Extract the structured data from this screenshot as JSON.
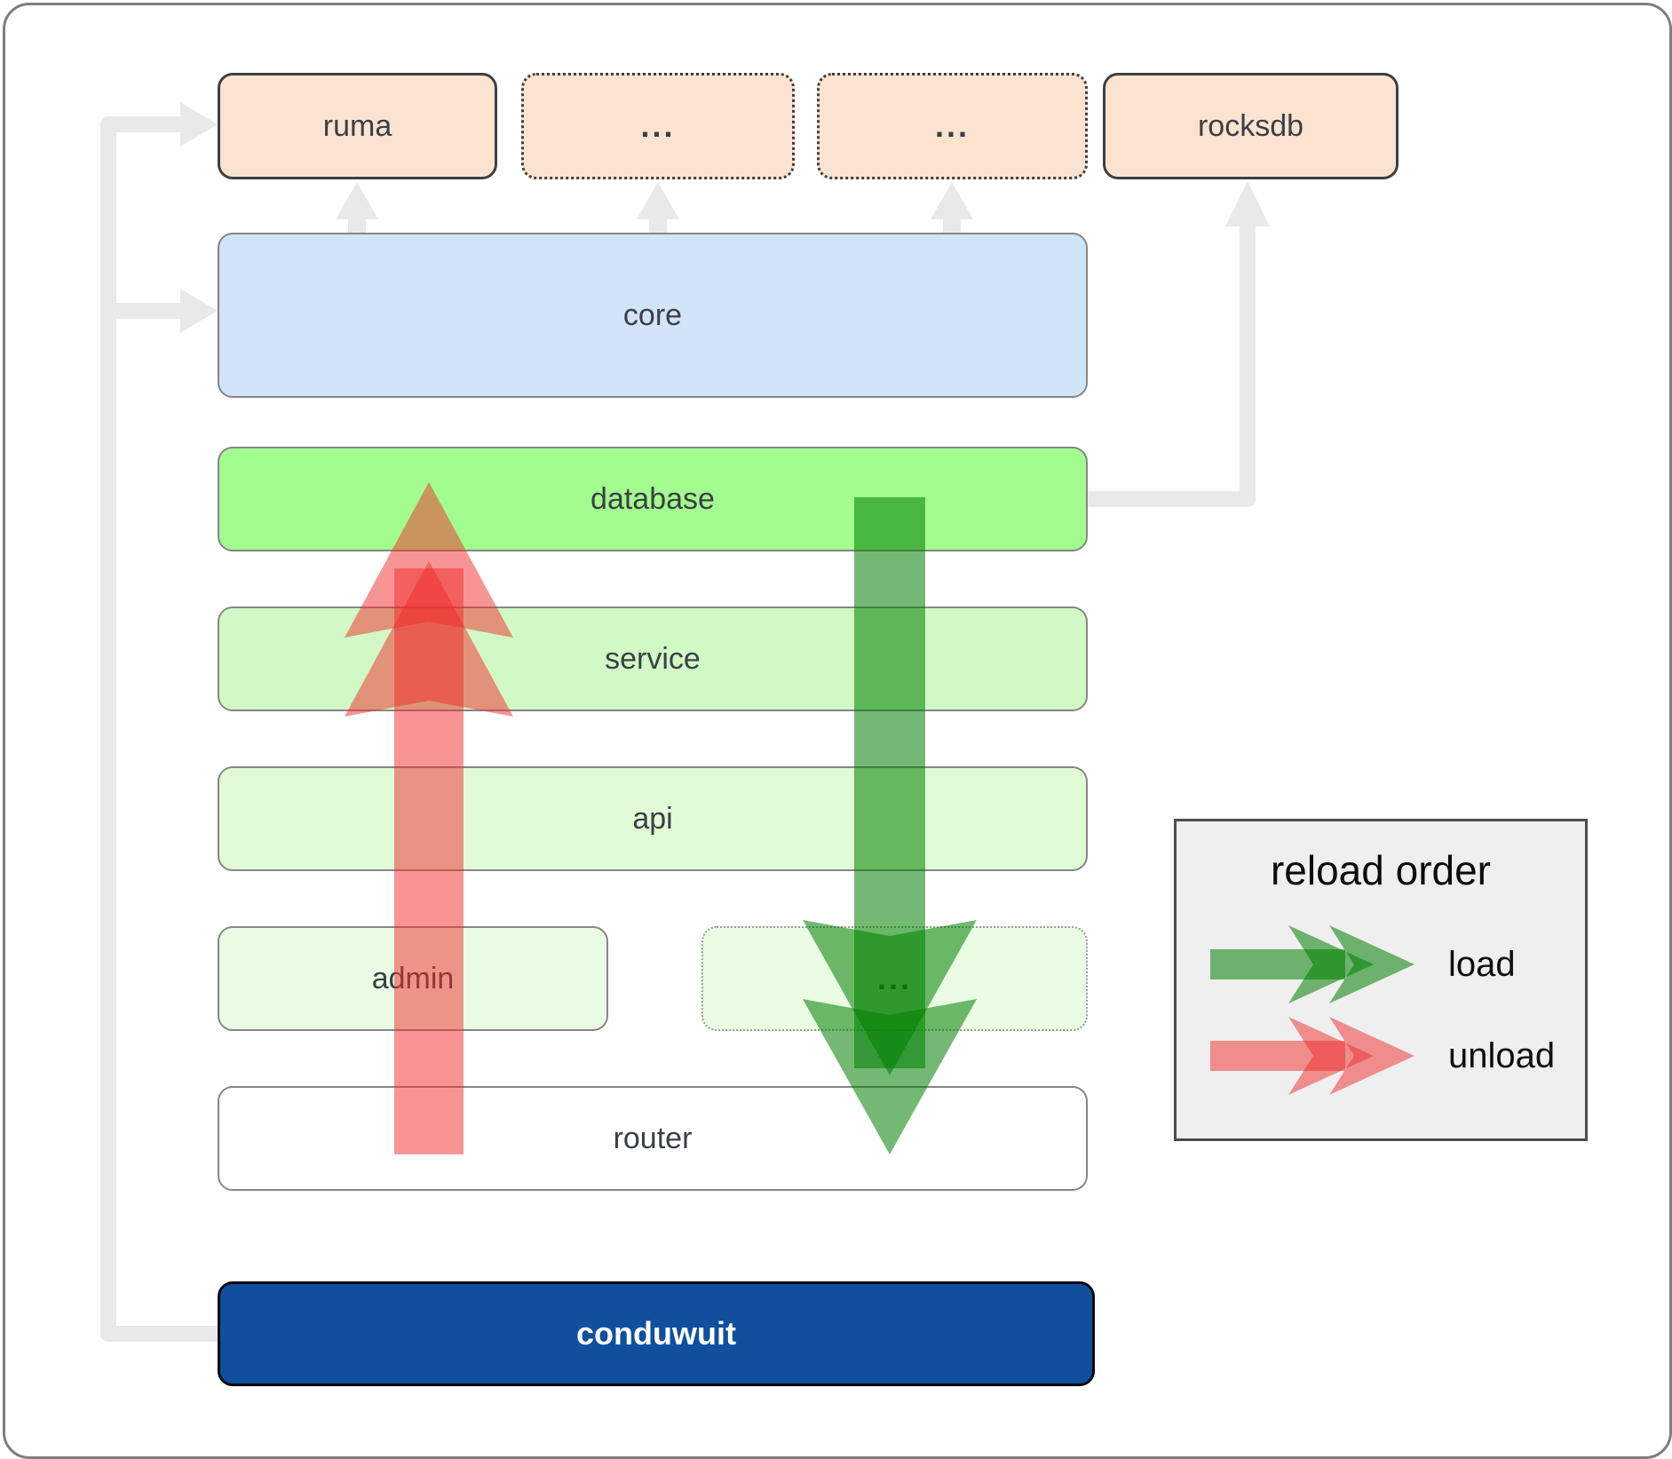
{
  "nodes": {
    "ruma": {
      "label": "ruma"
    },
    "dep_more_1": {
      "label": "..."
    },
    "dep_more_2": {
      "label": "..."
    },
    "rocksdb": {
      "label": "rocksdb"
    },
    "core": {
      "label": "core"
    },
    "database": {
      "label": "database"
    },
    "service": {
      "label": "service"
    },
    "api": {
      "label": "api"
    },
    "admin": {
      "label": "admin"
    },
    "module_more": {
      "label": "..."
    },
    "router": {
      "label": "router"
    },
    "conduwuit": {
      "label": "conduwuit"
    }
  },
  "legend": {
    "title": "reload order",
    "items": [
      {
        "label": "load",
        "color": "#008000"
      },
      {
        "label": "unload",
        "color": "#ef2b2b"
      }
    ]
  },
  "colors": {
    "dependency_fill": "#fbe3d1",
    "core_fill": "#d1e4f8",
    "database_fill": "#a2fc8e",
    "service_fill": "#d2f9c5",
    "api_fill": "#e0fbd6",
    "admin_fill": "#eafce4",
    "module_more_fill": "#eafce4",
    "router_fill": "#ffffff",
    "conduwuit_fill": "#0f4f9e",
    "connector_gray": "#e9e9e9",
    "load_arrow": "rgba(0,128,0,0.55)",
    "unload_arrow": "rgba(239,43,43,0.5)"
  }
}
